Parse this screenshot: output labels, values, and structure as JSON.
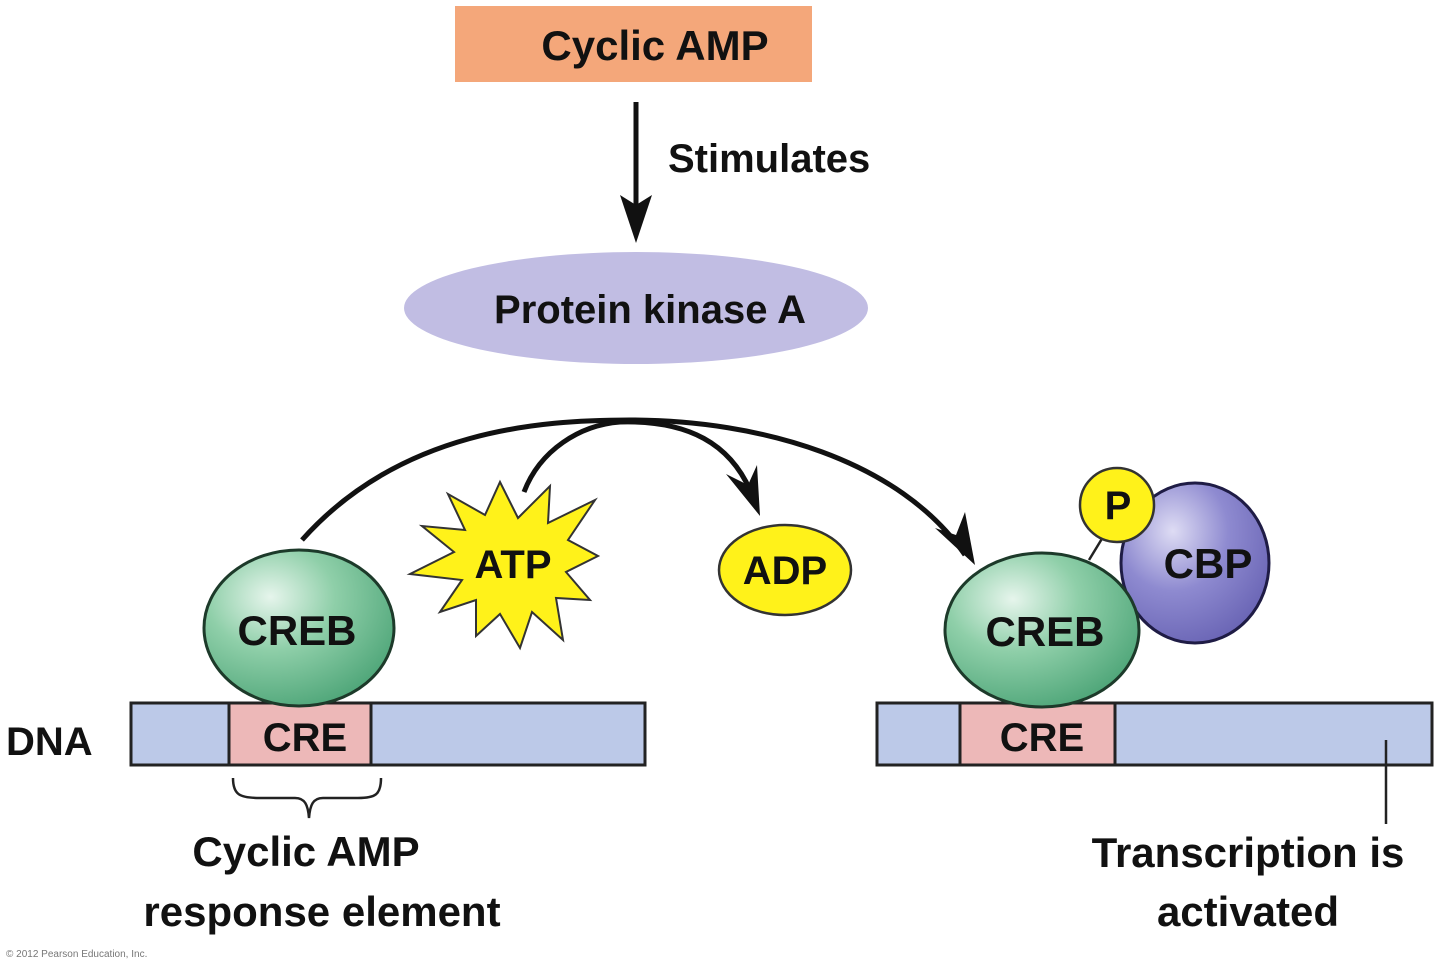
{
  "title": "Cyclic AMP activation of CREB-mediated transcription",
  "colors": {
    "camp_box": "#F4A77A",
    "pka": "#C1BDE3",
    "creb": "#5FB58A",
    "cbp": "#7772C0",
    "atp_adp_p": "#FFF21A",
    "dna": "#BCC9E8",
    "cre": "#EDB8B8"
  },
  "nodes": {
    "cyclic_amp": "Cyclic AMP",
    "stimulates": "Stimulates",
    "protein_kinase_a": "Protein kinase A",
    "creb_left": "CREB",
    "atp": "ATP",
    "adp": "ADP",
    "phosphate": "P",
    "creb_right": "CREB",
    "cbp": "CBP",
    "dna_label": "DNA",
    "cre_left": "CRE",
    "cre_right": "CRE"
  },
  "annotations": {
    "cre_caption_line1": "Cyclic AMP",
    "cre_caption_line2": "response element",
    "transcription_line1": "Transcription is",
    "transcription_line2": "activated"
  },
  "edges": [
    {
      "from": "cyclic_amp",
      "to": "protein_kinase_a",
      "label": "Stimulates"
    },
    {
      "from": "creb_left",
      "to": "creb_right",
      "label": ""
    },
    {
      "from": "atp",
      "to": "adp",
      "label": ""
    }
  ],
  "copyright": "© 2012 Pearson Education, Inc."
}
